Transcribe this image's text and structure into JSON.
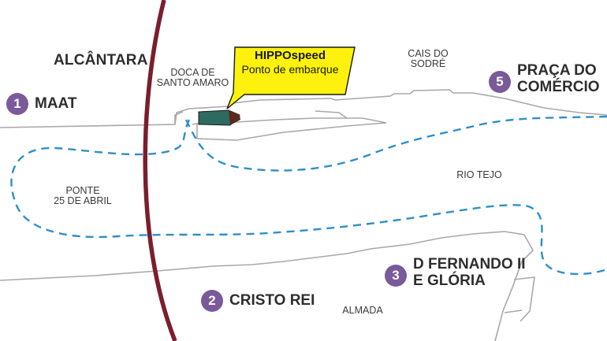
{
  "map": {
    "colors": {
      "land_outline": "#a8a8a8",
      "route": "#2f8fc8",
      "boundary_line": "#7a1e2e",
      "stop_badge": "#7a5a9a",
      "callout_fill": "#fdf10d",
      "terminal": "#2e6a60"
    },
    "place_labels": {
      "alcantara": "ALCÂNTARA",
      "doca_line1": "DOCA DE",
      "doca_line2": "SANTO AMARO",
      "cais_line1": "CAIS DO",
      "cais_line2": "SODRÉ",
      "ponte_line1": "PONTE",
      "ponte_line2": "25 DE ABRIL",
      "rio_tejo": "RIO TEJO",
      "almada": "ALMADA"
    },
    "callout": {
      "title": "HIPPOspeed",
      "subtitle": "Ponto de embarque"
    },
    "stops": [
      {
        "number": "1",
        "line1": "MAAT",
        "line2": ""
      },
      {
        "number": "2",
        "line1": "CRISTO REI",
        "line2": ""
      },
      {
        "number": "3",
        "line1": "D FERNANDO II",
        "line2": "E GLÓRIA"
      },
      {
        "number": "5",
        "line1": "PRAÇA DO",
        "line2": "COMÉRCIO"
      }
    ]
  }
}
